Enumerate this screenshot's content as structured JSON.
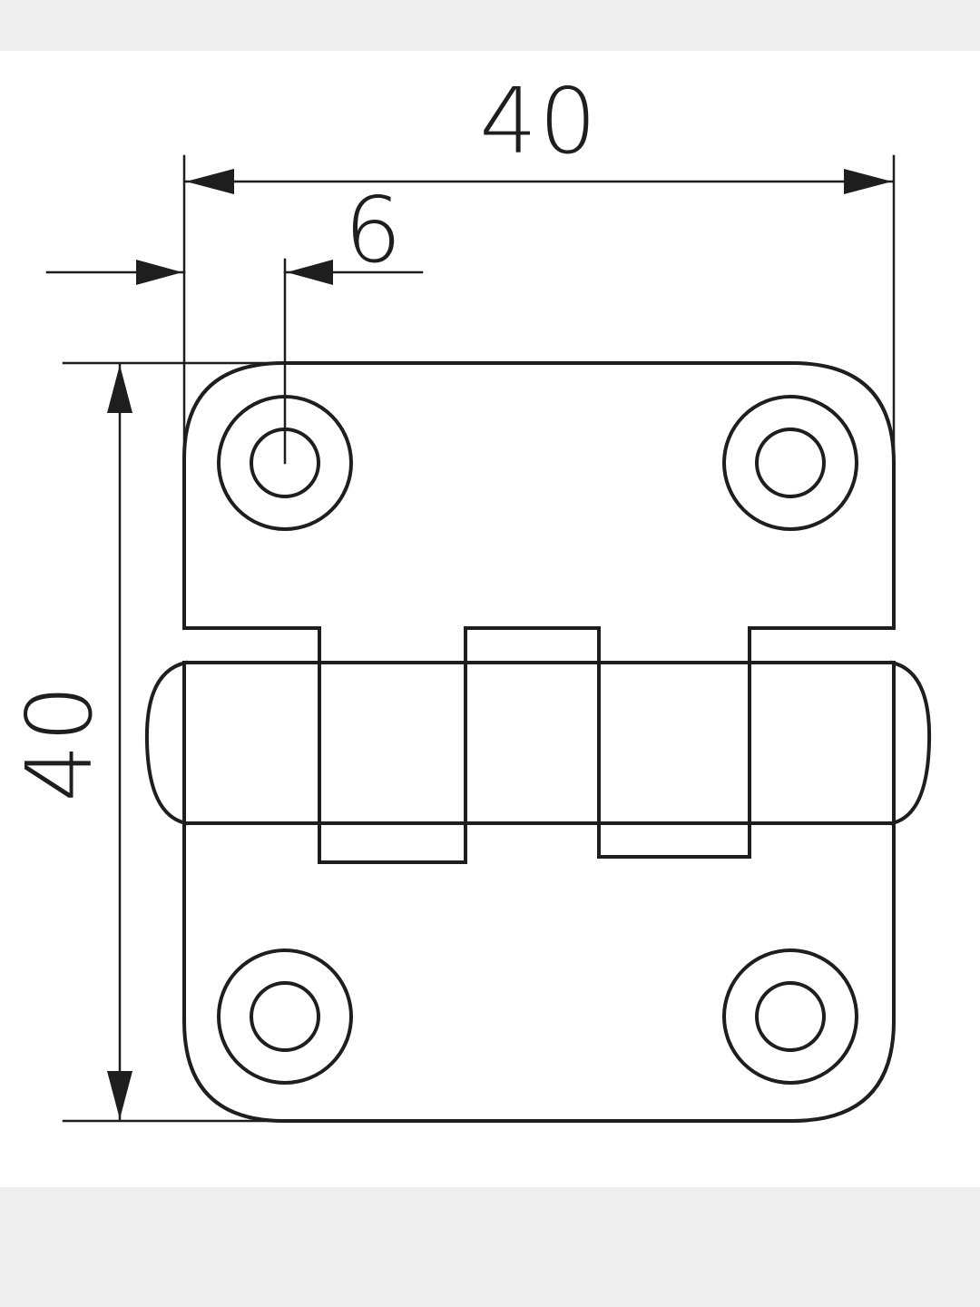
{
  "drawing": {
    "dimensions": {
      "overall_width": "40",
      "hole_offset": "6",
      "overall_height": "40"
    },
    "colors": {
      "background_outer": "#efefef",
      "sheet": "#ffffff",
      "line": "#1e1e1e"
    }
  }
}
